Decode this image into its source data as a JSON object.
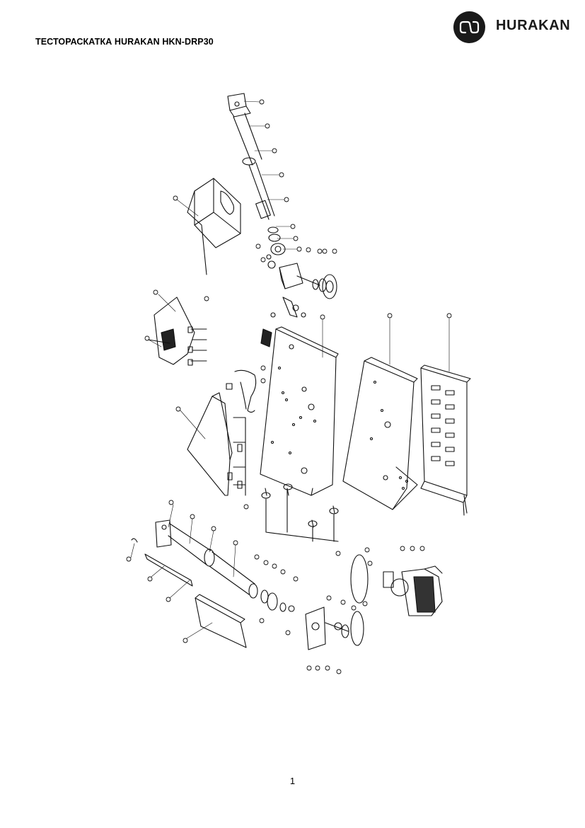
{
  "header": {
    "title": "ТЕСТОРАСКАТКА HURAKAN HKN-DRP30",
    "brand_name": "HURAKAN",
    "brand_icon": "hurakan-logo-icon"
  },
  "drawing": {
    "description_icon": "exploded-parts-diagram",
    "line_color": "#111111"
  },
  "footer": {
    "page_number": "1"
  }
}
